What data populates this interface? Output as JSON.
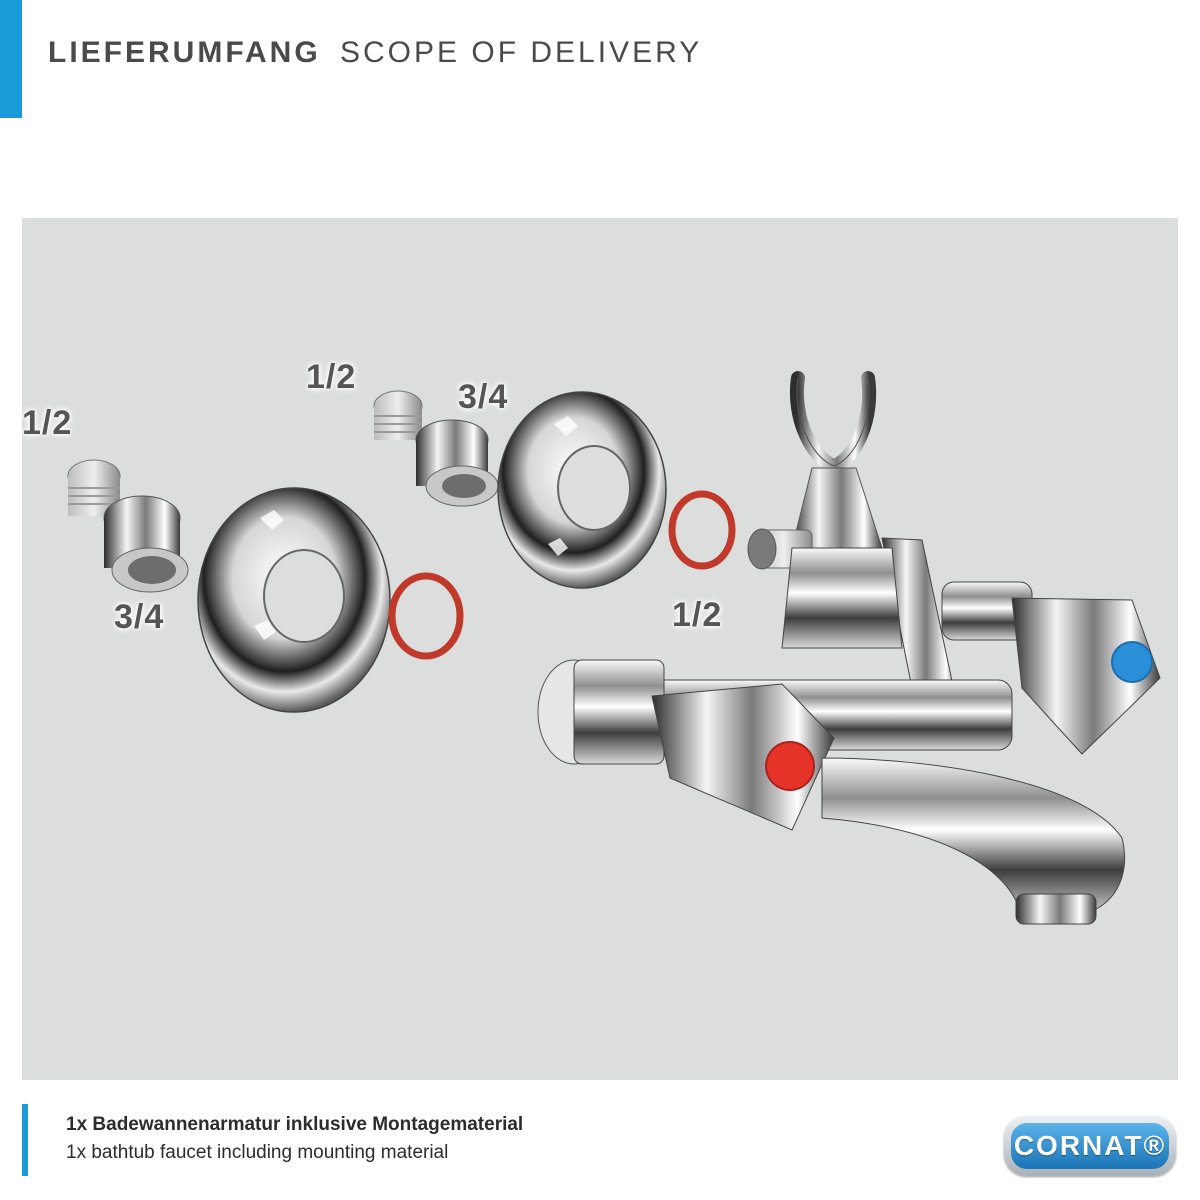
{
  "header": {
    "title_de": "LIEFERUMFANG",
    "title_en": "SCOPE OF DELIVERY"
  },
  "labels": {
    "left_top": "1/2",
    "left_bottom": "3/4",
    "center_top": "1/2",
    "center_mid": "3/4",
    "right_bottom": "1/2"
  },
  "caption": {
    "de": "1x Badewannenarmatur inklusive Montagematerial",
    "en": "1x bathtub faucet including mounting material"
  },
  "logo": {
    "text": "CORNAT®"
  },
  "colors": {
    "accent": "#1a9ad6",
    "panel": "#dcdedd",
    "gasket": "#c1392b",
    "hot_dot": "#e63329",
    "cold_dot": "#2a8fd8"
  }
}
